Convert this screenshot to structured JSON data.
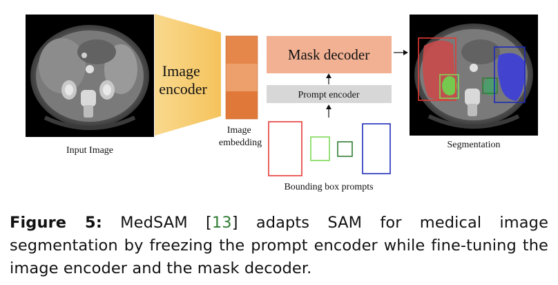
{
  "diagram": {
    "input_label": "Input Image",
    "image_encoder_label": [
      "Image",
      "encoder"
    ],
    "image_embedding_label": [
      "Image",
      "embedding"
    ],
    "mask_decoder_label": "Mask decoder",
    "prompt_encoder_label": "Prompt encoder",
    "bounding_box_label": "Bounding box prompts",
    "segmentation_label": "Segmentation"
  },
  "caption": {
    "label": "Figure 5:",
    "text_before_ref": " MedSAM [",
    "ref": "13",
    "text_after_ref": "] adapts SAM for medical image segmentation by freezing the prompt encoder while fine-tuning the image encoder and the mask decoder."
  },
  "colors": {
    "encoder_fill": "#f7c96a",
    "embedding_fill": "#e47c3a",
    "mask_decoder_fill": "#f2b193",
    "prompt_encoder_fill": "#d6d6d6",
    "box_red": "#e53935",
    "box_green": "#7ed957",
    "box_darkgreen": "#2e7d32",
    "box_blue": "#1e2ab8",
    "ref_color": "#2e7d32"
  }
}
